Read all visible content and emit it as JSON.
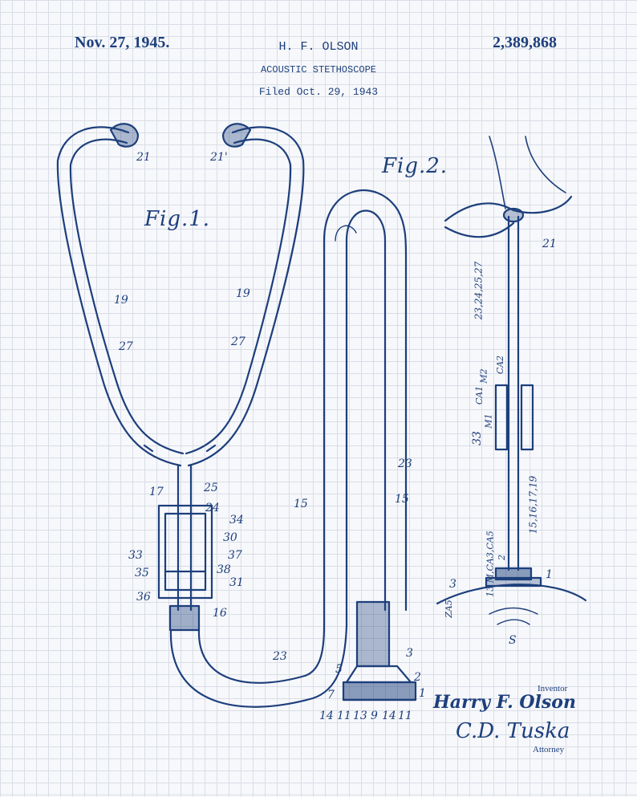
{
  "header": {
    "date": "Nov. 27, 1945.",
    "inventor": "H. F. OLSON",
    "patent_number": "2,389,868",
    "title": "ACOUSTIC STETHOSCOPE",
    "filed": "Filed Oct. 29, 1943"
  },
  "figures": {
    "fig1_label": "Fig.1.",
    "fig2_label": "Fig.2."
  },
  "fig1_numbers": {
    "n21a": "21",
    "n21b": "21'",
    "n19a": "19",
    "n19b": "19",
    "n27a": "27",
    "n27b": "27",
    "n17": "17",
    "n25": "25",
    "n24": "24",
    "n34": "34",
    "n30": "30",
    "n33": "33",
    "n37": "37",
    "n35": "35",
    "n38": "38",
    "n36": "36",
    "n31": "31",
    "n16": "16",
    "n15a": "15",
    "n15b": "15",
    "n23a": "23",
    "n23b": "23",
    "n3": "3",
    "n5": "5",
    "n2": "2",
    "n7": "7",
    "n1": "1",
    "n14a": "14",
    "n11a": "11",
    "n13": "13",
    "n9": "9",
    "n14b": "14",
    "n11b": "11"
  },
  "fig2_numbers": {
    "n21": "21",
    "seq_upper": "23,24,25,27",
    "ca1": "CA1",
    "m2": "M2",
    "ca2": "CA2",
    "m1": "M1",
    "n33": "33",
    "seq_lower": "15,16,17,19",
    "n2": "2",
    "m_row": "13 M,CA3,CA5",
    "n1": "1",
    "n3": "3",
    "za": "ZA5",
    "s": "S"
  },
  "signatures": {
    "inventor_label": "Inventor",
    "inventor_name": "Harry F. Olson",
    "attorney_signature": "C.D. Tuska",
    "attorney_label": "Attorney"
  },
  "colors": {
    "ink": "#1d3f7c",
    "paper": "#f7f8fb",
    "grid": "#d9dde6"
  }
}
